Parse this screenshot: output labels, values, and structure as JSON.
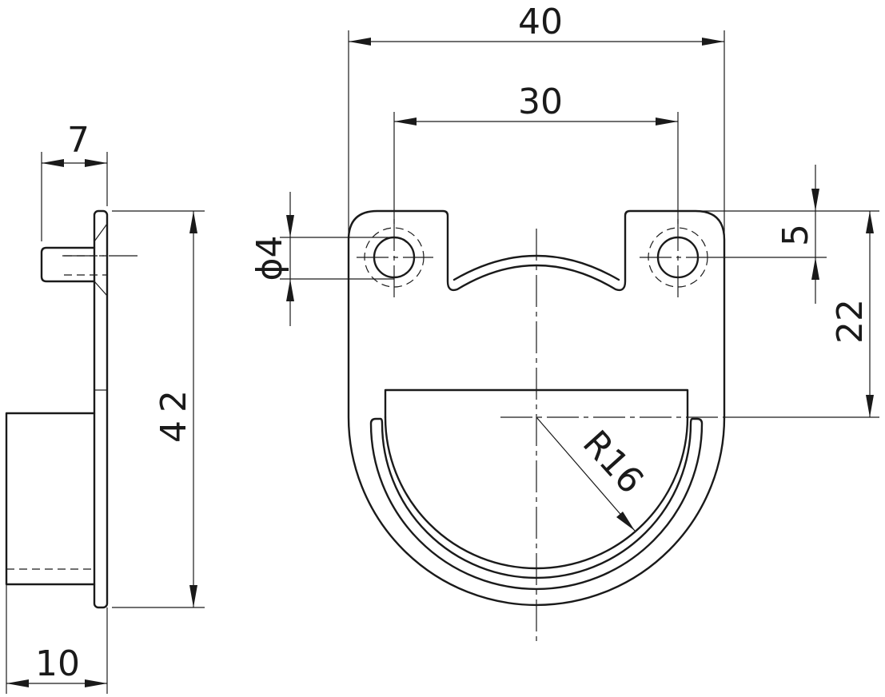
{
  "diagram": {
    "style": "technical line drawing, black on white",
    "dimensions": {
      "side_thickness": "7",
      "side_depth": "10",
      "height": "42",
      "overall_width": "40",
      "hole_spacing": "30",
      "hole_diameter": "ϕ4",
      "hole_offset": "5",
      "center_height": "22",
      "radius": "R16"
    }
  }
}
